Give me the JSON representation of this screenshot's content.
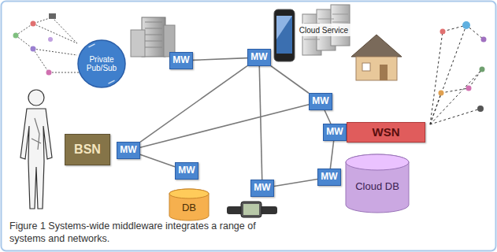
{
  "diagram": {
    "caption": "Figure 1 Systems-wide middleware integrates a range of systems and networks.",
    "nodes": [
      {
        "text": [
          "Private Pub/Sub"
        ]
      },
      {
        "text": [
          "MW"
        ]
      },
      {
        "text": [
          "MW"
        ]
      },
      {
        "text": [
          "Cloud Service"
        ]
      },
      {
        "text": [
          "MW"
        ]
      },
      {
        "text": [
          "BSN"
        ]
      },
      {
        "text": [
          "MW"
        ]
      },
      {
        "text": [
          "MW"
        ]
      },
      {
        "text": [
          "WSN"
        ]
      },
      {
        "text": [
          "MW"
        ]
      },
      {
        "text": [
          "DB"
        ]
      },
      {
        "text": [
          "MW"
        ]
      },
      {
        "text": [
          "MW"
        ]
      },
      {
        "text": [
          "Cloud DB"
        ]
      }
    ],
    "edges": [
      {
        "from": 1,
        "to": 2,
        "arrow": "none"
      },
      {
        "from": 2,
        "to": 4,
        "arrow": "none"
      },
      {
        "from": 2,
        "to": 11,
        "arrow": "none"
      },
      {
        "from": 6,
        "to": 2,
        "arrow": "none"
      },
      {
        "from": 6,
        "to": 4,
        "arrow": "none"
      },
      {
        "from": 6,
        "to": 9,
        "arrow": "none"
      },
      {
        "from": 11,
        "to": 12,
        "arrow": "none"
      },
      {
        "from": 12,
        "to": 7,
        "arrow": "none"
      },
      {
        "from": 4,
        "to": 7,
        "arrow": "none"
      }
    ]
  }
}
